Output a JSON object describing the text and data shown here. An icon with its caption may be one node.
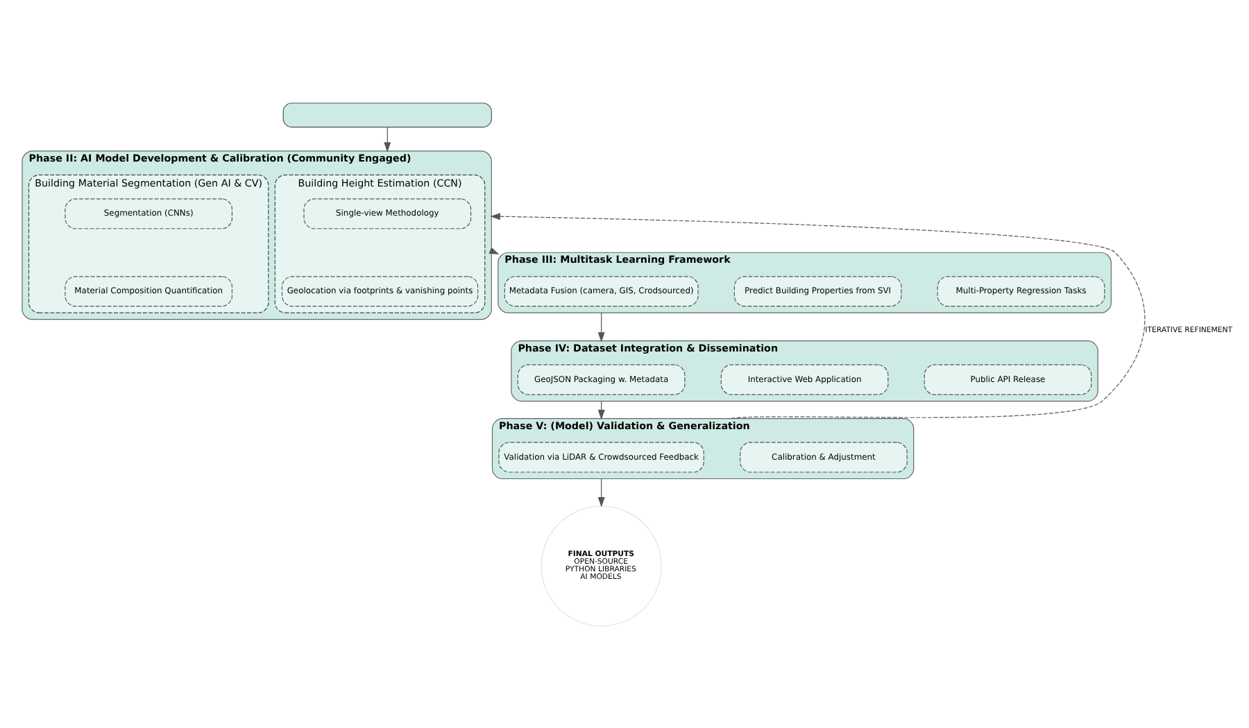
{
  "diagram": {
    "nodes": [
      {
        "text": [],
        "shape": "box"
      },
      {
        "text": [
          "Phase II: AI Model Development & Calibration (Community Engaged)"
        ]
      },
      {
        "text": [
          "Building Height Estimation (CCN)"
        ],
        "in": 1
      },
      {
        "text": [
          "Single-view Methodology"
        ],
        "in": 2
      },
      {
        "text": [
          "Geolocation via footprints & vanishing points"
        ],
        "in": 2
      },
      {
        "text": [
          "Building Material Segmentation (Gen AI & CV)"
        ],
        "in": 1
      },
      {
        "text": [
          "Segmentation (CNNs)"
        ],
        "in": 5
      },
      {
        "text": [
          "Material Composition Quantification"
        ],
        "in": 5
      },
      {
        "text": [
          "Phase III: Multitask Learning Framework"
        ]
      },
      {
        "text": [
          "Metadata Fusion (camera, GIS, Crodsourced)"
        ],
        "in": 8
      },
      {
        "text": [
          "Predict Building Properties from SVI"
        ],
        "in": 8
      },
      {
        "text": [
          "Multi-Property Regression Tasks"
        ],
        "in": 8
      },
      {
        "text": [
          "Phase IV: Dataset Integration & Dissemination"
        ]
      },
      {
        "text": [
          "GeoJSON Packaging w. Metadata"
        ],
        "in": 12
      },
      {
        "text": [
          "Interactive Web Application"
        ],
        "in": 12
      },
      {
        "text": [
          "Public API Release"
        ],
        "in": 12
      },
      {
        "text": [
          "Phase V: (Model) Validation & Generalization"
        ]
      },
      {
        "text": [
          "Validation via LiDAR & Crowdsourced Feedback"
        ],
        "in": 16
      },
      {
        "text": [
          "Calibration & Adjustment"
        ],
        "in": 16
      },
      {
        "text": [
          "FINAL OUTPUTS",
          "OPEN-SOURCE",
          "PYTHON LIBRARIES",
          "AI MODELS"
        ]
      }
    ],
    "edges": [
      {
        "from": 0,
        "to": 1,
        "arrow": "to"
      },
      {
        "from": 1,
        "to": 8,
        "arrow": "to"
      },
      {
        "from": 8,
        "to": 12,
        "arrow": "to"
      },
      {
        "from": 12,
        "to": 16,
        "arrow": "to"
      },
      {
        "from": 16,
        "to": 19,
        "arrow": "to"
      },
      {
        "from": 16,
        "to": 1,
        "arrow": "to",
        "style": "dashed",
        "label": "ITERATIVE REFINEMENT"
      }
    ]
  }
}
